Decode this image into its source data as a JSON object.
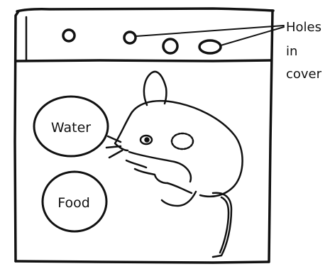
{
  "labels": {
    "water": "Water",
    "food": "Food",
    "holes_line1": "Holes",
    "holes_line2": "in",
    "holes_line3": "cover"
  },
  "colors": {
    "ink": "#111111",
    "background": "#ffffff"
  }
}
